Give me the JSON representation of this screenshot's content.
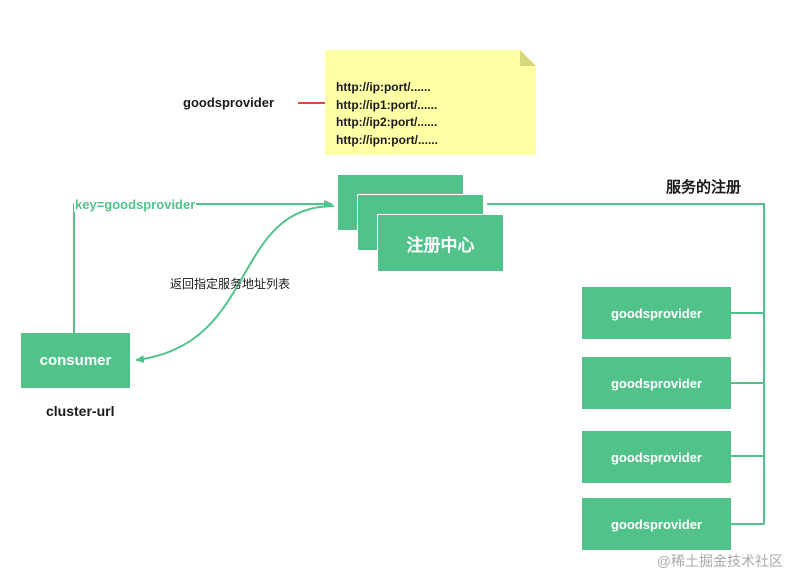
{
  "note": {
    "lines": [
      "http://ip:port/......",
      "http://ip1:port/......",
      "http://ip2:port/......",
      "http://ipn:port/......"
    ]
  },
  "labels": {
    "goodsprovider_label": "goodsprovider",
    "key_label": "key=goodsprovider",
    "return_label": "返回指定服务地址列表",
    "cluster_label": "cluster-url",
    "register_section_title": "服务的注册"
  },
  "nodes": {
    "registry": "注册中心",
    "consumer": "consumer",
    "providers": [
      "goodsprovider",
      "goodsprovider",
      "goodsprovider",
      "goodsprovider"
    ]
  },
  "colors": {
    "node_fill": "#52c28b",
    "line_green": "#52c28b",
    "line_red": "#e0453a",
    "note_fill": "#ffffa6",
    "note_fold": "#d6d67a"
  },
  "watermark": "@稀土掘金技术社区"
}
